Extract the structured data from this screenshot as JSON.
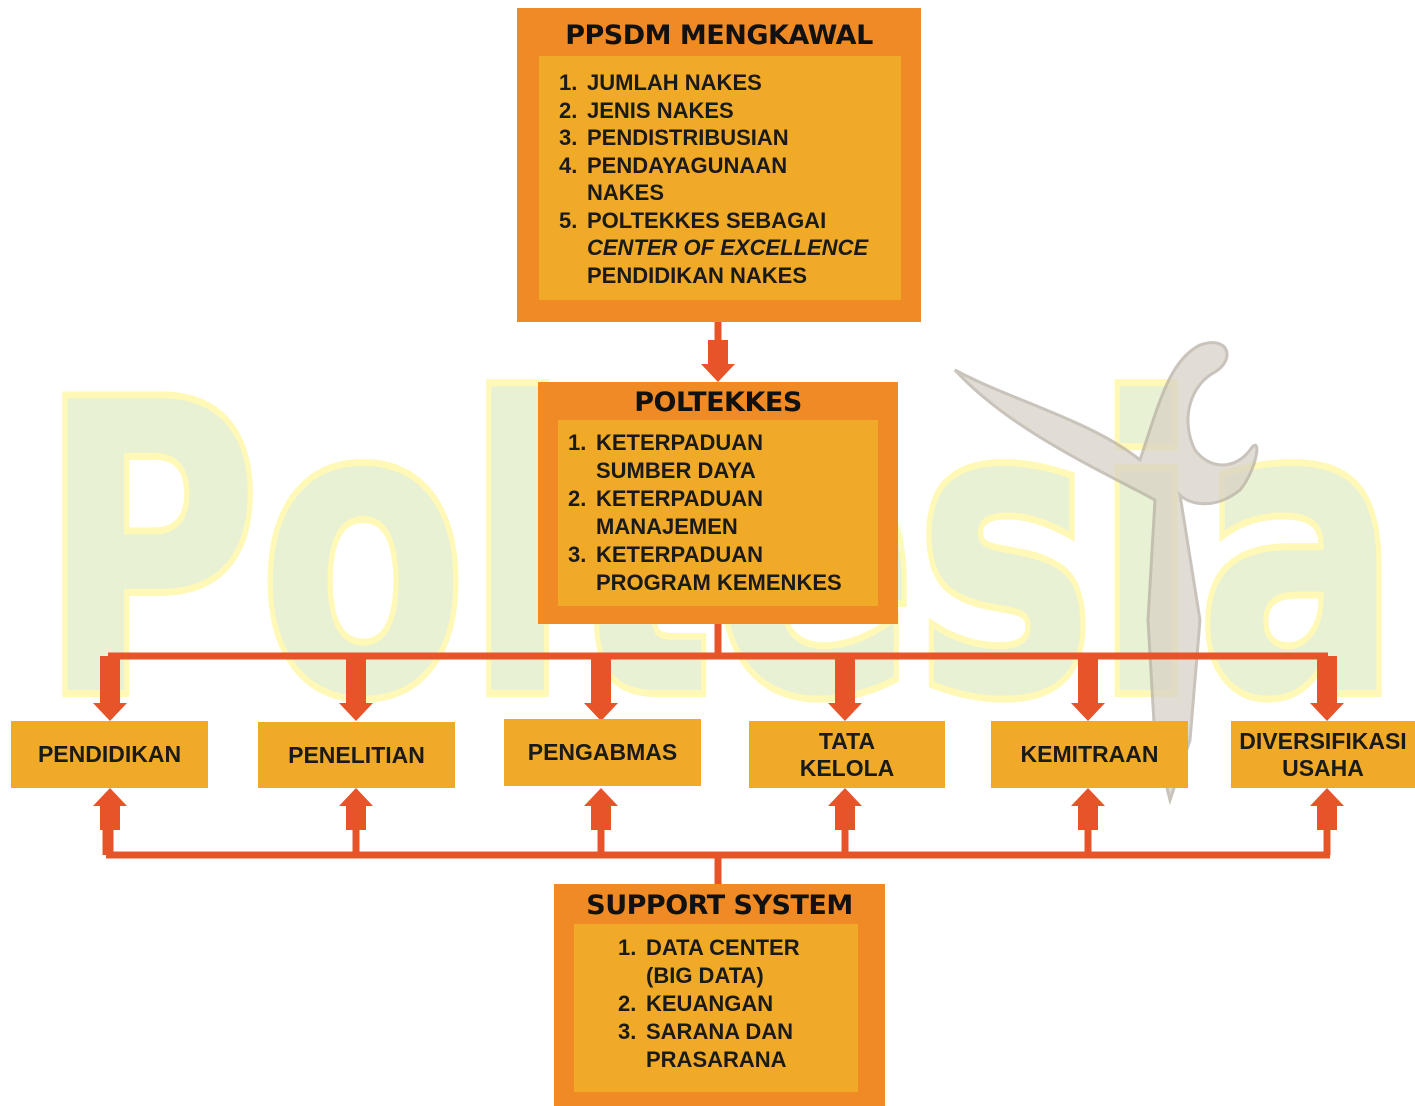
{
  "colors": {
    "outer_box": "#f08a24",
    "inner_box": "#f0aa28",
    "connector": "#e8542a",
    "watermark_text": "#e6f0d0",
    "watermark_outline": "#fff8b0"
  },
  "watermark": {
    "text": "Poltesia",
    "emblem": "keris-dagger-icon"
  },
  "ppsdm": {
    "title": "PPSDM MENGKAWAL",
    "items": [
      {
        "num": "1.",
        "text": "JUMLAH NAKES"
      },
      {
        "num": "2.",
        "text": "JENIS NAKES"
      },
      {
        "num": "3.",
        "text": "PENDISTRIBUSIAN"
      },
      {
        "num": "4.",
        "text": "PENDAYAGUNAAN\nNAKES"
      },
      {
        "num": "5.",
        "text": "POLTEKKES SEBAGAI",
        "italic": "CENTER OF EXCELLENCE",
        "tail": "PENDIDIKAN NAKES"
      }
    ]
  },
  "poltekkes": {
    "title": "POLTEKKES",
    "items": [
      {
        "num": "1.",
        "text": "KETERPADUAN\nSUMBER DAYA"
      },
      {
        "num": "2.",
        "text": "KETERPADUAN\nMANAJEMEN"
      },
      {
        "num": "3.",
        "text": "KETERPADUAN\nPROGRAM KEMENKES"
      }
    ]
  },
  "pillars": [
    {
      "label": "PENDIDIKAN"
    },
    {
      "label": "PENELITIAN"
    },
    {
      "label": "PENGABMAS"
    },
    {
      "label": "TATA\nKELOLA"
    },
    {
      "label": "KEMITRAAN"
    },
    {
      "label": "DIVERSIFIKASI\nUSAHA"
    }
  ],
  "support": {
    "title": "SUPPORT SYSTEM",
    "items": [
      {
        "num": "1.",
        "text": "DATA CENTER\n(BIG DATA)"
      },
      {
        "num": "2.",
        "text": "KEUANGAN"
      },
      {
        "num": "3.",
        "text": "SARANA DAN\nPRASARANA"
      }
    ]
  }
}
